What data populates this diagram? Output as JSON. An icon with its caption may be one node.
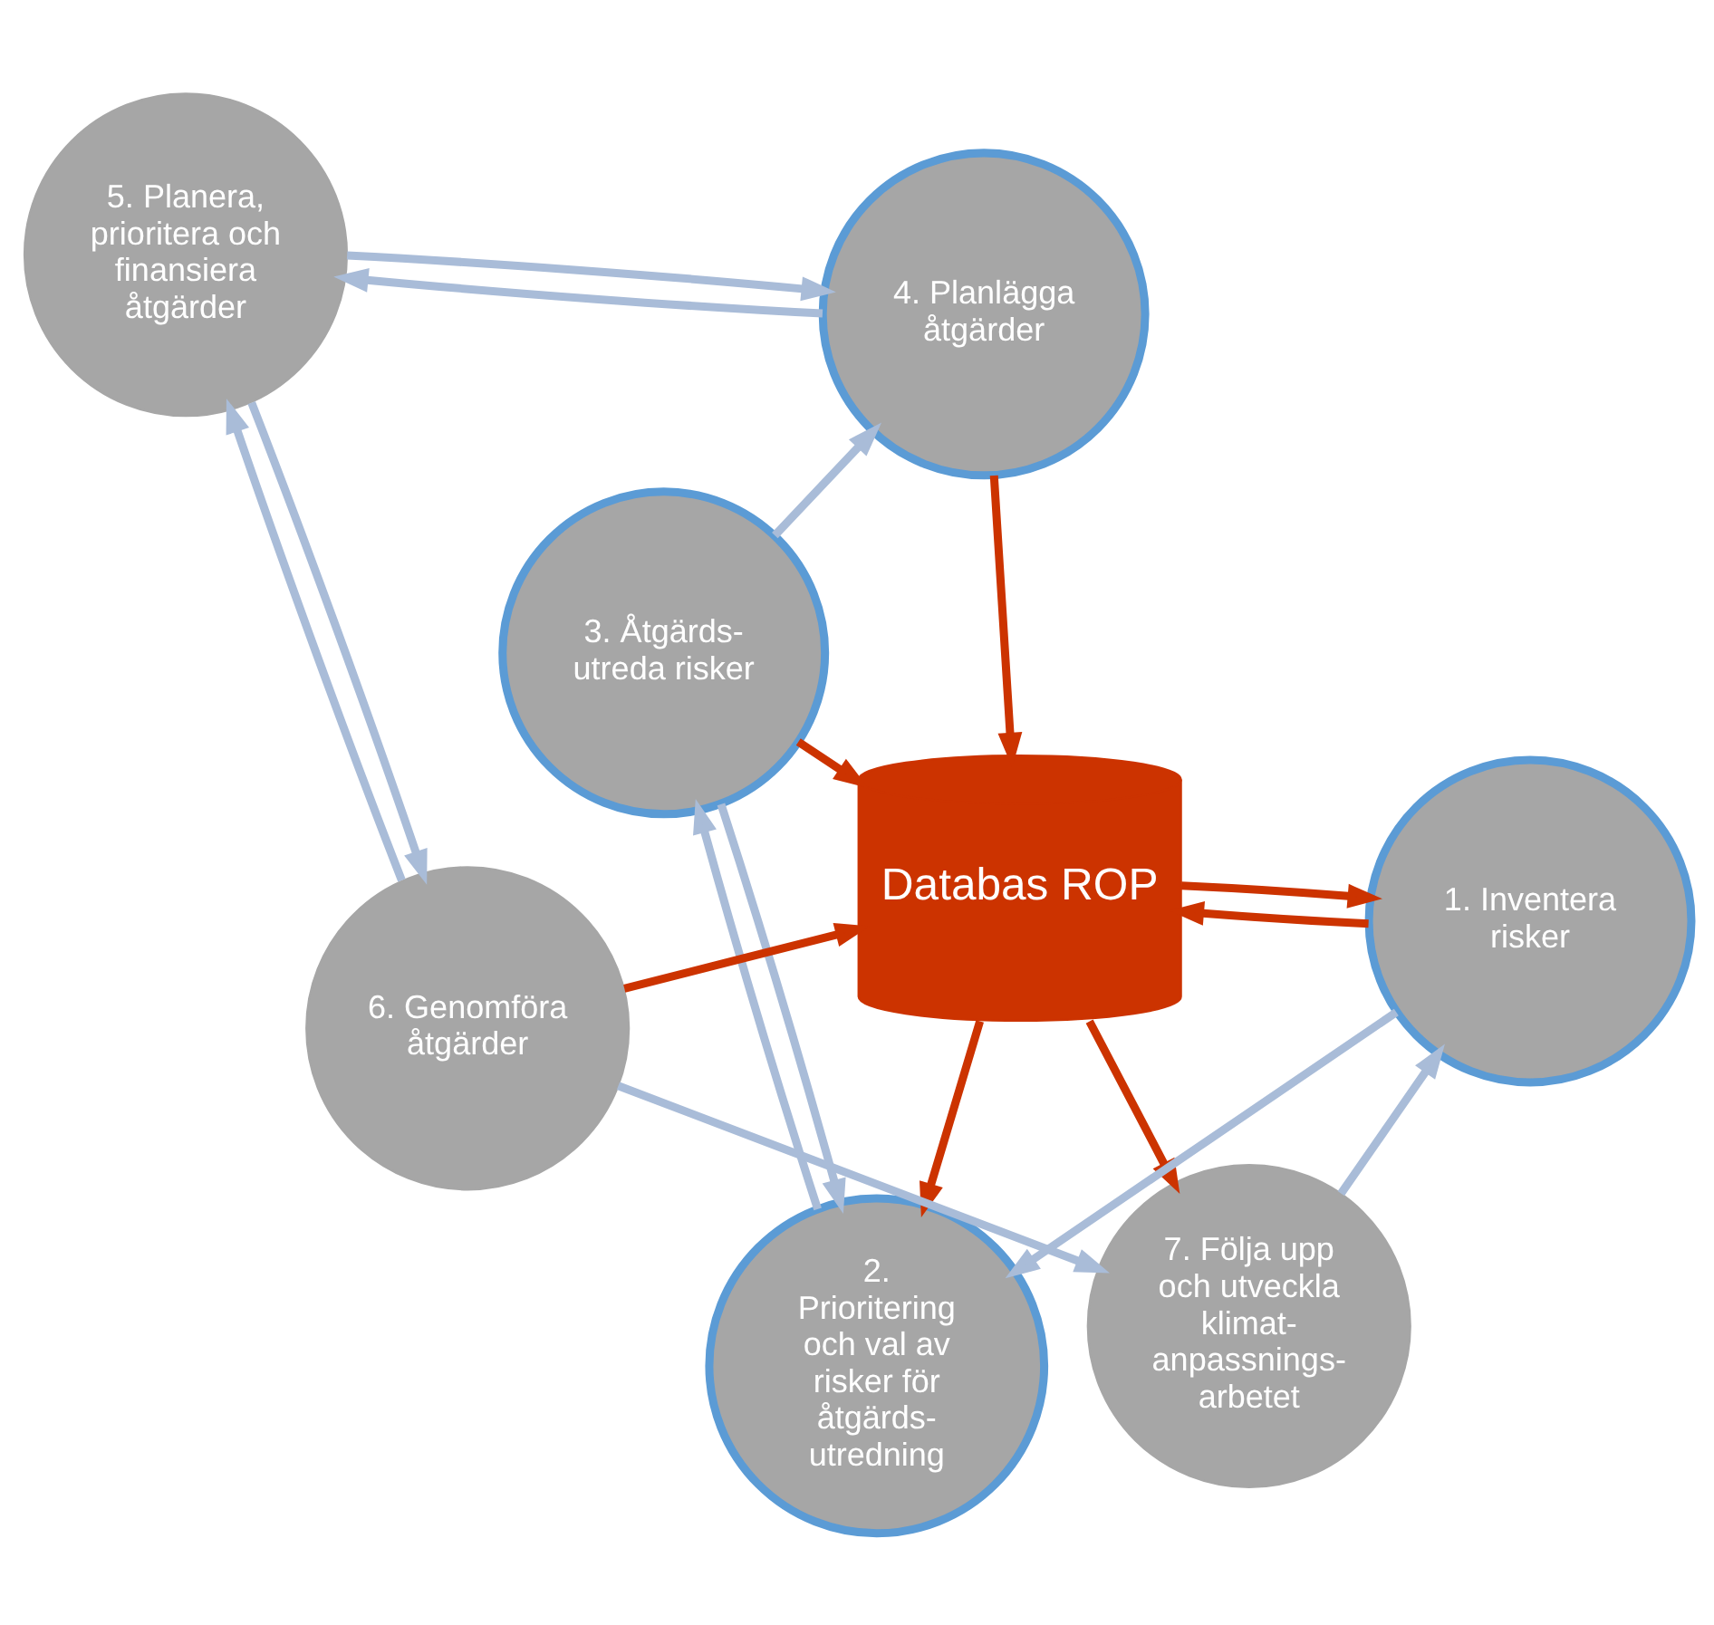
{
  "diagram": {
    "nodes": [
      {
        "text": [
          "Databas ROP"
        ]
      },
      {
        "text": [
          "1. Inventera risker"
        ]
      },
      {
        "text": [
          "2. Prioritering och val av risker för åtgärds- utredning"
        ]
      },
      {
        "text": [
          "3. Åtgärds- utreda risker"
        ]
      },
      {
        "text": [
          "4. Planlägga åtgärder"
        ]
      },
      {
        "text": [
          "5. Planera, prioritera och finansiera åtgärder"
        ]
      },
      {
        "text": [
          "6. Genomföra åtgärder"
        ]
      },
      {
        "text": [
          "7. Följa upp och utveckla klimat- anpassnings- arbetet"
        ]
      }
    ],
    "edges": [
      {
        "from": 7,
        "to": 1,
        "arrow": "to"
      },
      {
        "from": 1,
        "to": 2,
        "arrow": "to"
      },
      {
        "from": 2,
        "to": 3,
        "arrow": "to"
      },
      {
        "from": 3,
        "to": 2,
        "arrow": "to"
      },
      {
        "from": 3,
        "to": 4,
        "arrow": "to"
      },
      {
        "from": 5,
        "to": 4,
        "arrow": "to"
      },
      {
        "from": 4,
        "to": 5,
        "arrow": "to"
      },
      {
        "from": 5,
        "to": 6,
        "arrow": "to"
      },
      {
        "from": 6,
        "to": 5,
        "arrow": "to"
      },
      {
        "from": 6,
        "to": 7,
        "arrow": "to"
      },
      {
        "from": 0,
        "to": 1,
        "arrow": "to",
        "color": "#cc3300"
      },
      {
        "from": 1,
        "to": 0,
        "arrow": "to",
        "color": "#cc3300"
      },
      {
        "from": 0,
        "to": 2,
        "arrow": "to",
        "color": "#cc3300"
      },
      {
        "from": 3,
        "to": 0,
        "arrow": "to",
        "color": "#cc3300"
      },
      {
        "from": 4,
        "to": 0,
        "arrow": "to",
        "color": "#cc3300"
      },
      {
        "from": 6,
        "to": 0,
        "arrow": "to",
        "color": "#cc3300"
      },
      {
        "from": 0,
        "to": 7,
        "arrow": "to",
        "color": "#cc3300"
      }
    ]
  }
}
